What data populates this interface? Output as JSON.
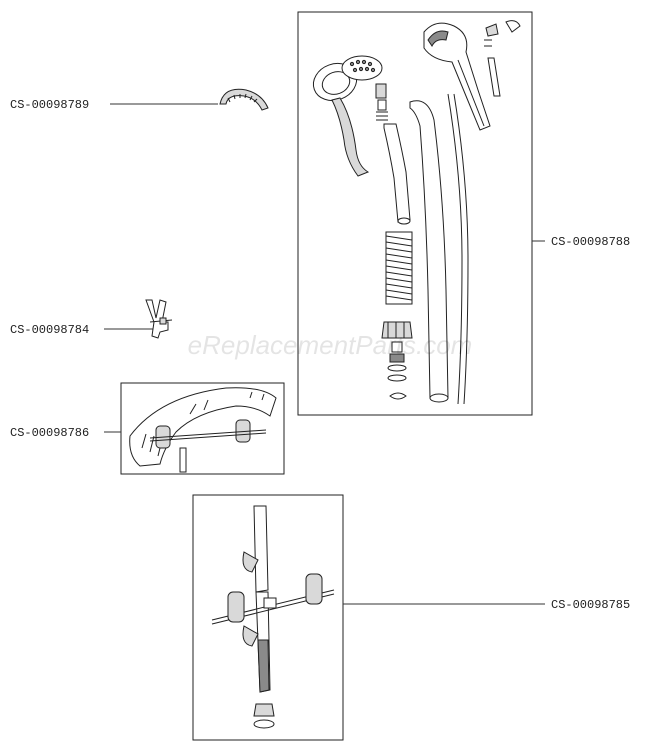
{
  "watermark": "eReplacementParts.com",
  "parts": [
    {
      "id": "cs-00098789",
      "label": "CS-00098789"
    },
    {
      "id": "cs-00098784",
      "label": "CS-00098784"
    },
    {
      "id": "cs-00098786",
      "label": "CS-00098786"
    },
    {
      "id": "cs-00098788",
      "label": "CS-00098788"
    },
    {
      "id": "cs-00098785",
      "label": "CS-00098785"
    }
  ]
}
